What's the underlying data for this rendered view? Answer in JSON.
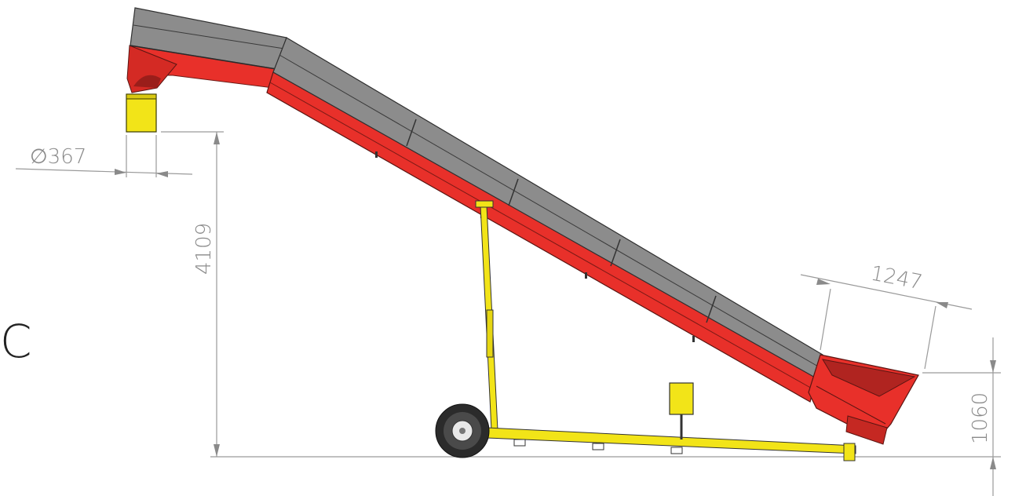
{
  "view_label": "C",
  "dimensions": {
    "outlet_diameter": "∅367",
    "outlet_height": "4109",
    "hopper_width": "1247",
    "hopper_height": "1060"
  },
  "colors": {
    "belt_gray": "#8c8c8c",
    "frame_red": "#e8302a",
    "chassis_yellow": "#f2e418",
    "dimension_gray": "#8a8a8a",
    "tire_dark": "#2b2b2b"
  }
}
